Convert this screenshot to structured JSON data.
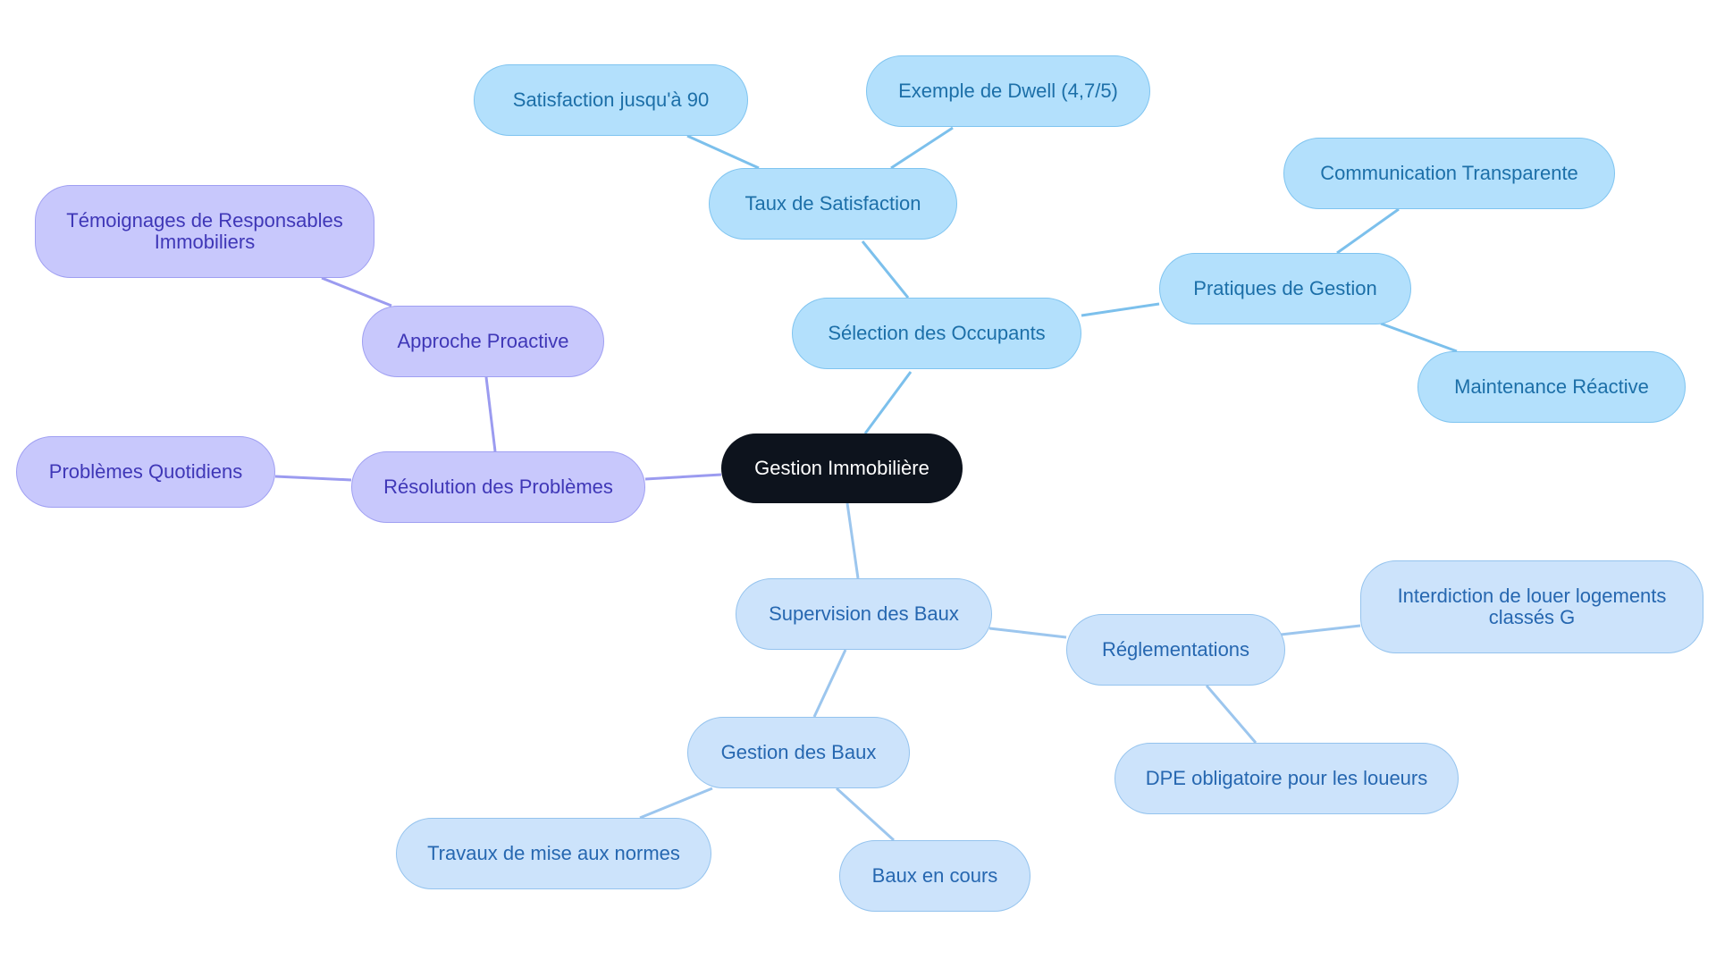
{
  "colors": {
    "central_bg": "#0d131d",
    "blue_branch": "#7cc0ec",
    "purple_branch": "#9b9bf0",
    "light_blue_branch": "#9cc6ee"
  },
  "mindmap": {
    "central": {
      "label": "Gestion Immobilière"
    },
    "branches": [
      {
        "label": "Sélection des Occupants",
        "theme": "blue",
        "children": [
          {
            "label": "Taux de Satisfaction",
            "children": [
              {
                "label": "Satisfaction jusqu'à 90"
              },
              {
                "label": "Exemple de Dwell (4,7/5)"
              }
            ]
          },
          {
            "label": "Pratiques de Gestion",
            "children": [
              {
                "label": "Communication Transparente"
              },
              {
                "label": "Maintenance Réactive"
              }
            ]
          }
        ]
      },
      {
        "label": "Résolution des Problèmes",
        "theme": "purple",
        "children": [
          {
            "label": "Approche Proactive",
            "children": [
              {
                "label": "Témoignages de Responsables Immobiliers"
              }
            ]
          },
          {
            "label": "Problèmes Quotidiens"
          }
        ]
      },
      {
        "label": "Supervision des Baux",
        "theme": "light-blue",
        "children": [
          {
            "label": "Réglementations",
            "children": [
              {
                "label": "Interdiction de louer logements classés G"
              },
              {
                "label": "DPE obligatoire pour les loueurs"
              }
            ]
          },
          {
            "label": "Gestion des Baux",
            "children": [
              {
                "label": "Travaux de mise aux normes"
              },
              {
                "label": "Baux en cours"
              }
            ]
          }
        ]
      }
    ]
  }
}
